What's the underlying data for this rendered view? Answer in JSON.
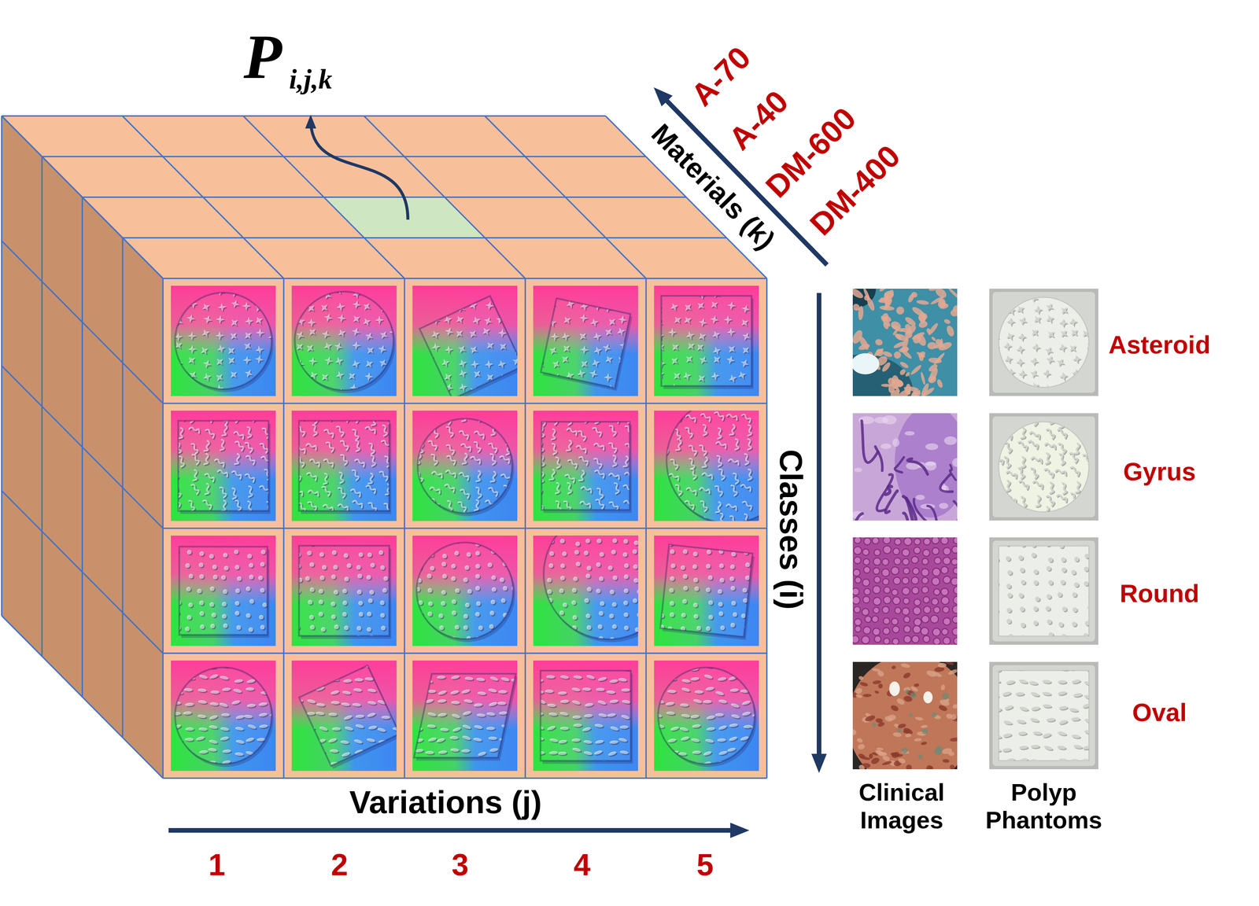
{
  "diagram": {
    "labels": [
      "P",
      "i,j,k",
      "A-70",
      "A-40",
      "DM-600",
      "DM-400",
      "Materials (k)",
      "Asteroid",
      "Gyrus",
      "Round",
      "Oval",
      "Classes (i)",
      "Variations (j)",
      "1",
      "2",
      "3",
      "4",
      "5",
      "Clinical Images",
      "Polyp Phantoms"
    ]
  }
}
